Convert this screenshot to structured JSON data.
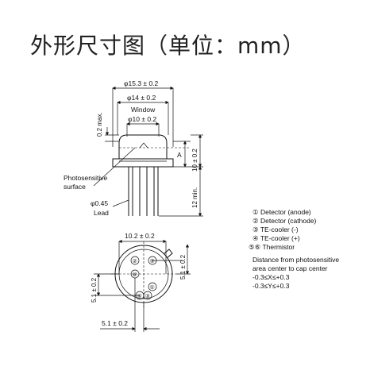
{
  "title": "外形尺寸图（单位：mm）",
  "top_view": {
    "dim_outer_width": "φ15.3 ± 0.2",
    "dim_cap_width": "φ14 ± 0.2",
    "window_label": "Window",
    "dim_window": "φ10 ± 0.2",
    "dim_top_gap": "0.2 max.",
    "dim_height": "10 ± 0.2",
    "dim_a": "A",
    "photosensitive_line1": "Photosensitive",
    "photosensitive_line2": "surface",
    "lead_dim": "φ0.45",
    "lead_label": "Lead",
    "dim_lead_length": "12 min."
  },
  "bottom_view": {
    "dim_width": "10.2 ± 0.2",
    "dim_right_vertical": "5.1 ± 0.2",
    "dim_left_vertical": "5.1 ± 0.2",
    "dim_bottom": "5.1 ± 0.2",
    "pin_labels": [
      "②",
      "⑤",
      "①",
      "⑥",
      "④",
      "③"
    ]
  },
  "legend": {
    "items": [
      "① Detector (anode)",
      "② Detector (cathode)",
      "③ TE-cooler (-)",
      "④ TE-cooler (+)",
      "⑤⑥ Thermistor"
    ],
    "note_line1": "Distance from photosensitive",
    "note_line2": "area center to cap center",
    "note_line3": "-0.3≤X≤+0.3",
    "note_line4": "-0.3≤Y≤+0.3"
  }
}
